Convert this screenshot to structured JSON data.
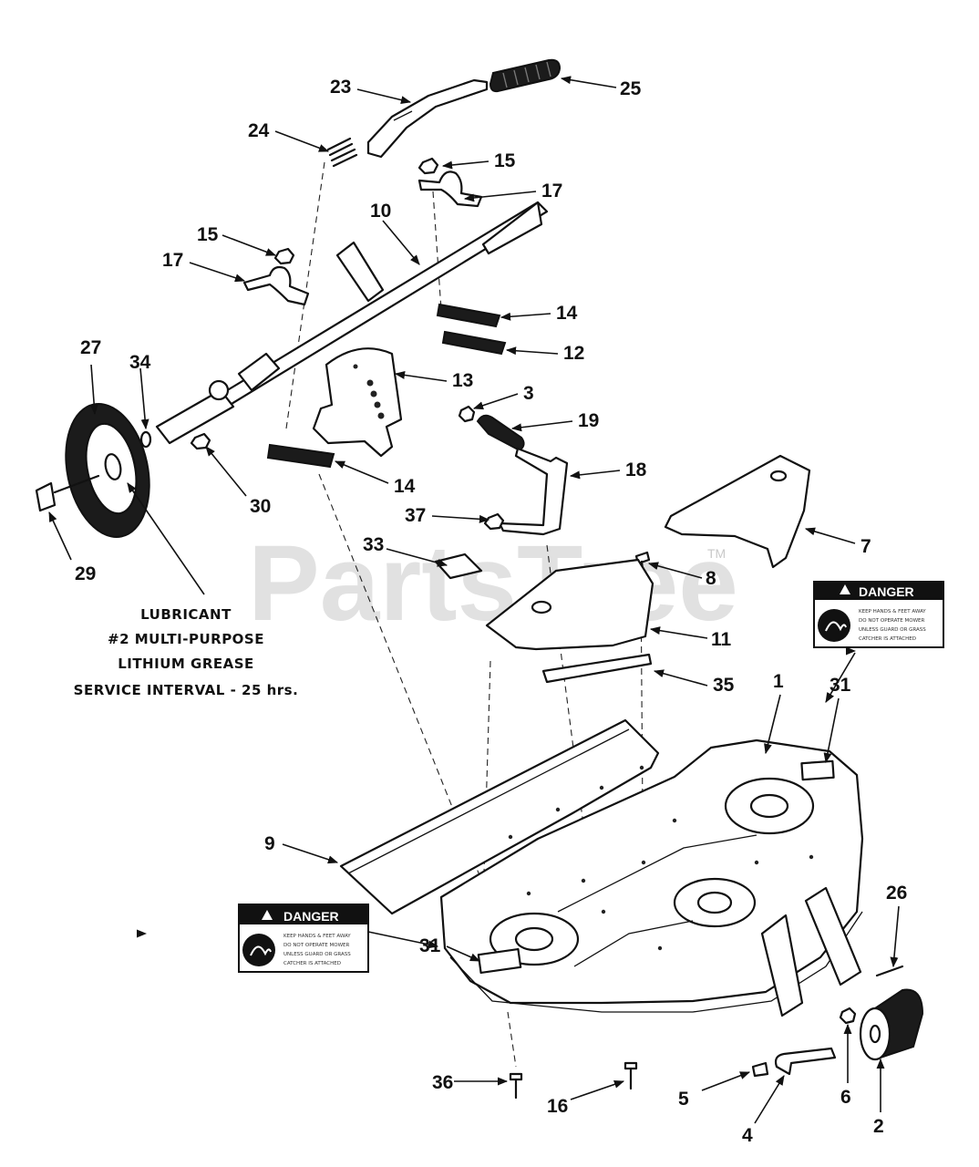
{
  "watermark": {
    "text": "PartsTree",
    "trademark": "TM"
  },
  "note": {
    "lines": [
      "LUBRICANT",
      "#2 MULTI-PURPOSE",
      "LITHIUM GREASE",
      "SERVICE INTERVAL - 25 hrs."
    ]
  },
  "decals": [
    {
      "heading": "DANGER",
      "lines": [
        "KEEP HANDS & FEET AWAY",
        "DO NOT OPERATE MOWER",
        "UNLESS GUARD OR GRASS",
        "CATCHER IS ATTACHED"
      ]
    },
    {
      "heading": "DANGER",
      "lines": [
        "KEEP HANDS & FEET AWAY",
        "DO NOT OPERATE MOWER",
        "UNLESS GUARD OR GRASS",
        "CATCHER IS ATTACHED"
      ]
    }
  ],
  "callouts": [
    {
      "id": "c23",
      "label": "23"
    },
    {
      "id": "c25",
      "label": "25"
    },
    {
      "id": "c24",
      "label": "24"
    },
    {
      "id": "c15a",
      "label": "15"
    },
    {
      "id": "c17a",
      "label": "17"
    },
    {
      "id": "c10",
      "label": "10"
    },
    {
      "id": "c15b",
      "label": "15"
    },
    {
      "id": "c17b",
      "label": "17"
    },
    {
      "id": "c14a",
      "label": "14"
    },
    {
      "id": "c12",
      "label": "12"
    },
    {
      "id": "c27",
      "label": "27"
    },
    {
      "id": "c34",
      "label": "34"
    },
    {
      "id": "c13",
      "label": "13"
    },
    {
      "id": "c3",
      "label": "3"
    },
    {
      "id": "c19",
      "label": "19"
    },
    {
      "id": "c18",
      "label": "18"
    },
    {
      "id": "c14b",
      "label": "14"
    },
    {
      "id": "c30",
      "label": "30"
    },
    {
      "id": "c29",
      "label": "29"
    },
    {
      "id": "c37",
      "label": "37"
    },
    {
      "id": "c7",
      "label": "7"
    },
    {
      "id": "c33",
      "label": "33"
    },
    {
      "id": "c8",
      "label": "8"
    },
    {
      "id": "c11",
      "label": "11"
    },
    {
      "id": "c35",
      "label": "35"
    },
    {
      "id": "c1",
      "label": "1"
    },
    {
      "id": "c31a",
      "label": "31"
    },
    {
      "id": "c9",
      "label": "9"
    },
    {
      "id": "c31b",
      "label": "31"
    },
    {
      "id": "c26",
      "label": "26"
    },
    {
      "id": "c36",
      "label": "36"
    },
    {
      "id": "c16",
      "label": "16"
    },
    {
      "id": "c5",
      "label": "5"
    },
    {
      "id": "c6",
      "label": "6"
    },
    {
      "id": "c2",
      "label": "2"
    },
    {
      "id": "c4",
      "label": "4"
    }
  ]
}
